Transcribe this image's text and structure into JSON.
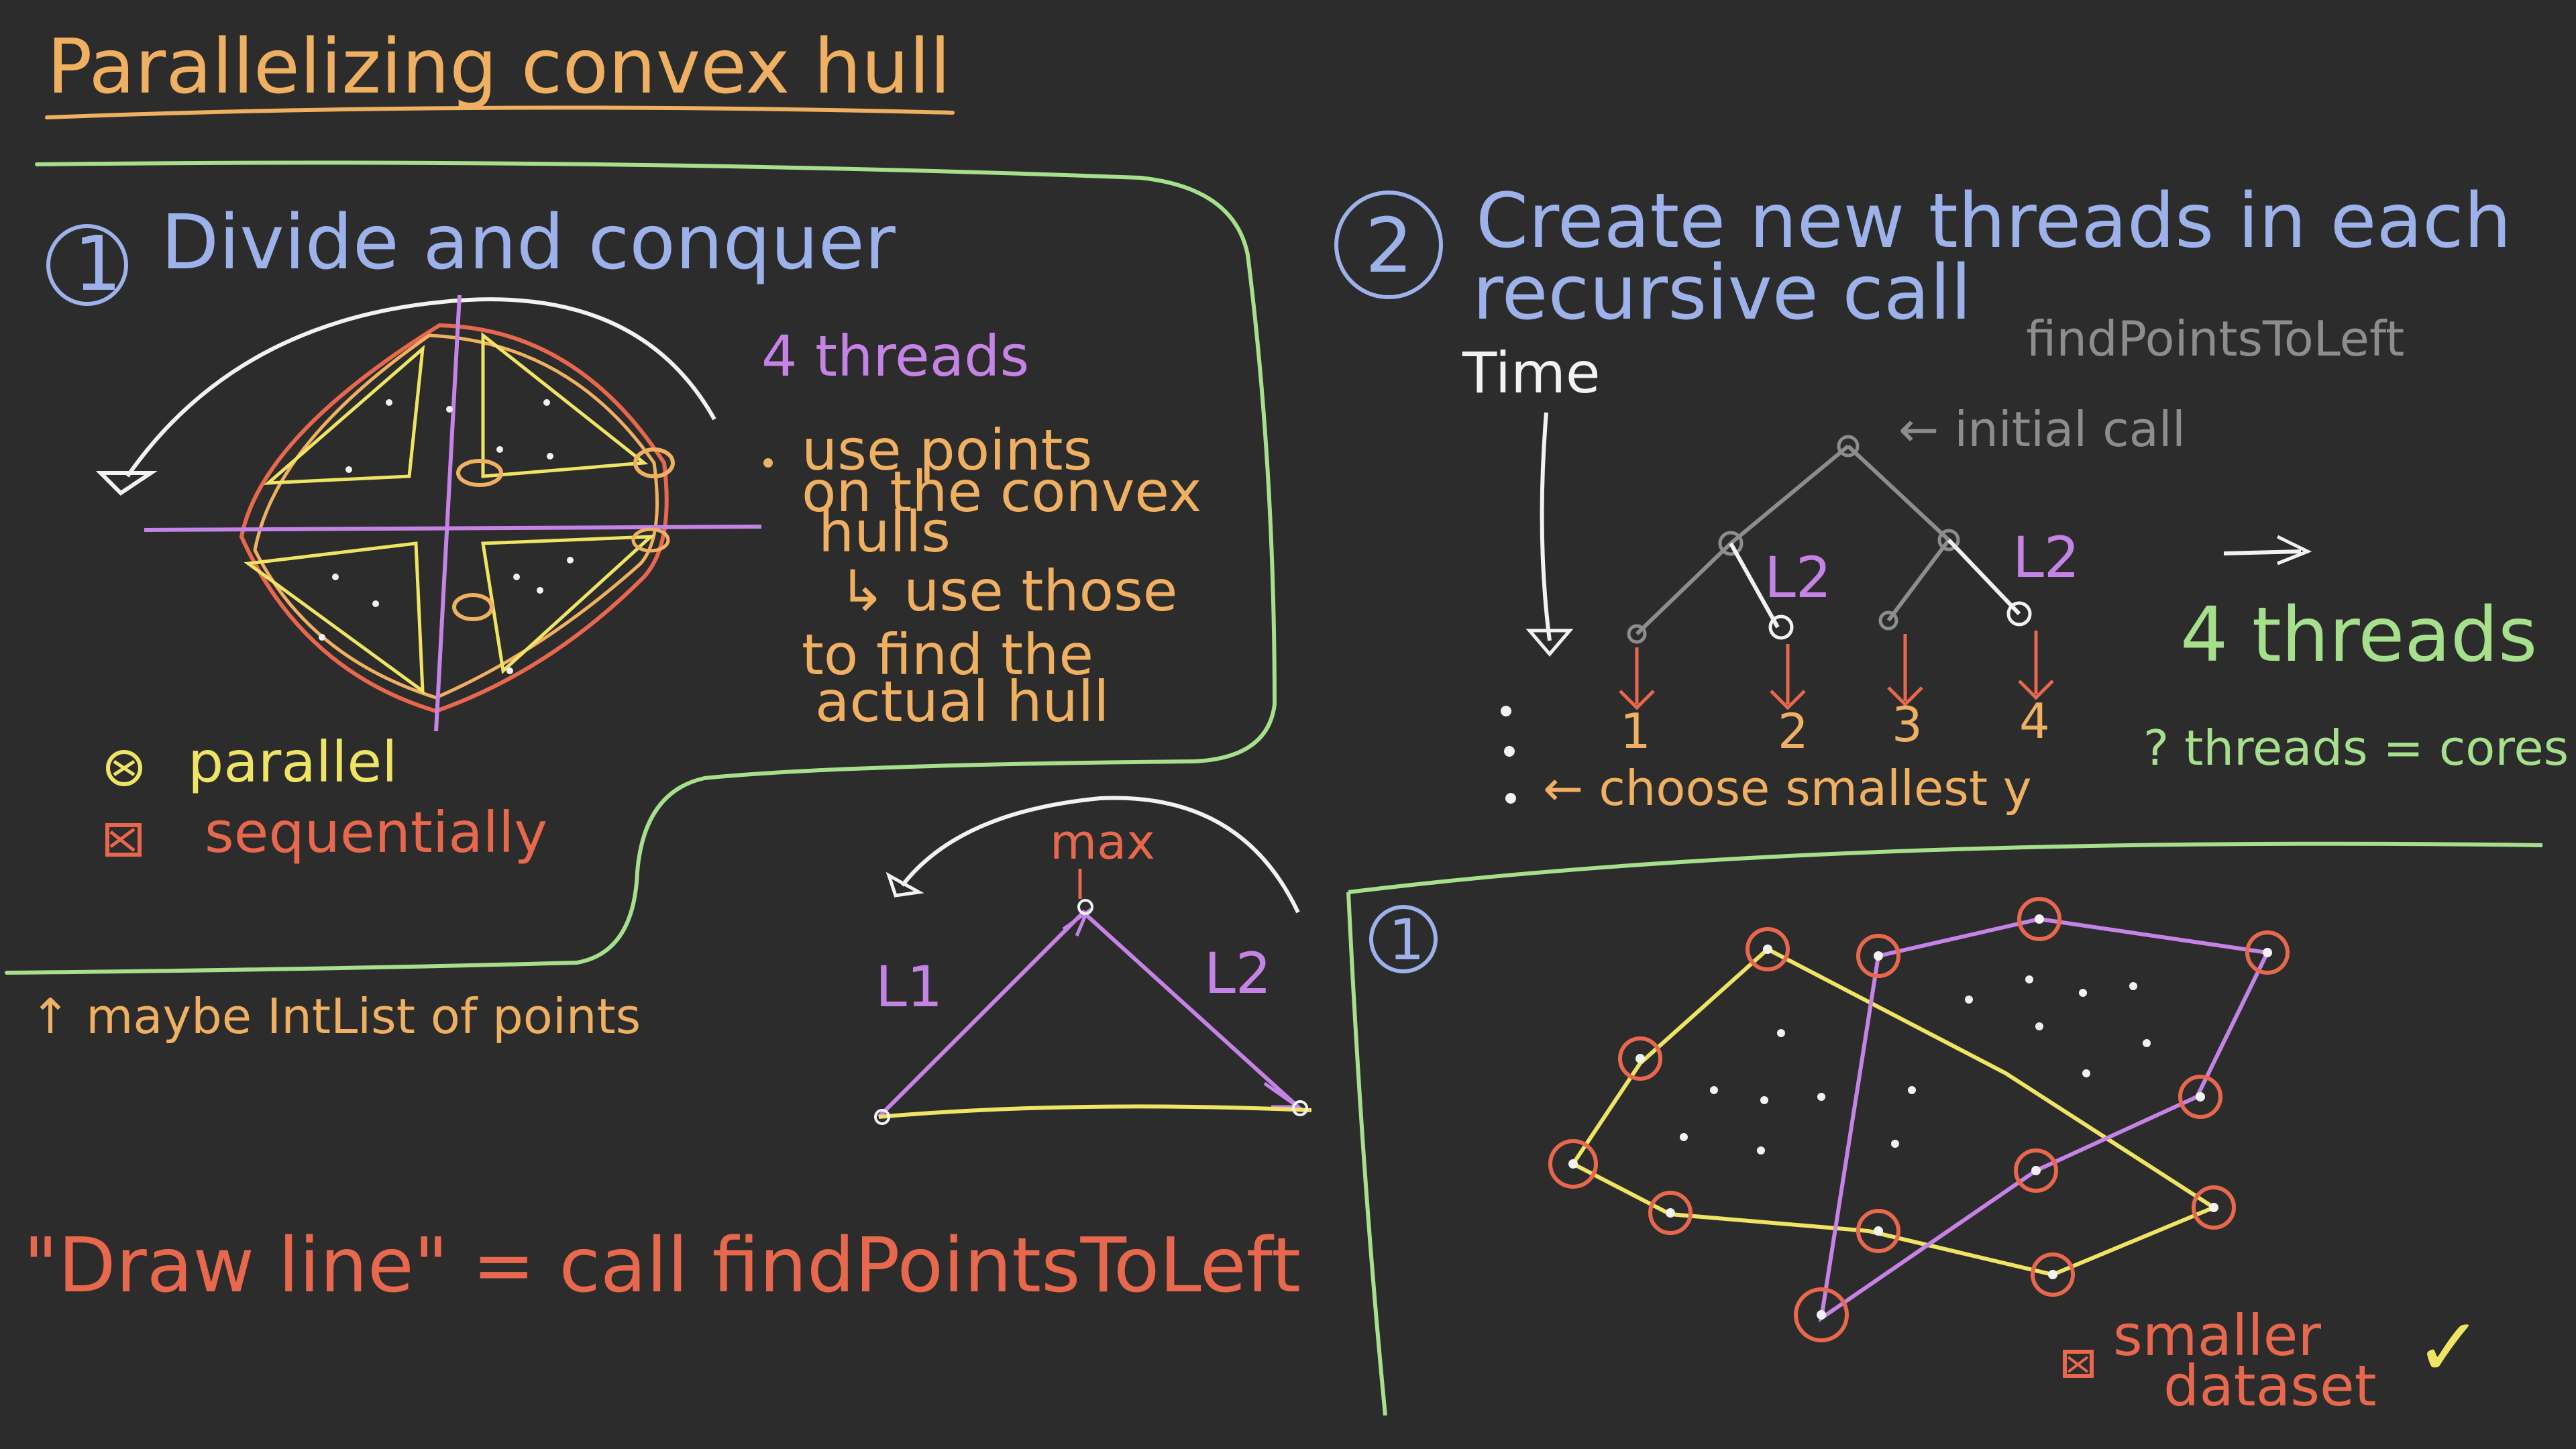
{
  "colors": {
    "background": "#2c2c2c",
    "orange": "#f0b062",
    "blue": "#9db2ea",
    "green": "#a6e08c",
    "purple": "#c583e6",
    "yellow": "#efe463",
    "red": "#e8684d",
    "white": "#f2f2f2",
    "gray": "#8d8d8d"
  },
  "title": "Parallelizing convex hull",
  "section1": {
    "number": "1",
    "heading": "Divide and conquer",
    "threads_note": "4 threads",
    "bullet": [
      "use points",
      "on the convex",
      "hulls"
    ],
    "sub_bullet": [
      "↳ use those",
      "to find the",
      "actual hull"
    ],
    "legend_parallel": "parallel",
    "legend_sequential": "sequentially",
    "note_below": "↑ maybe IntList of points",
    "triangle_max": "max",
    "triangle_l1": "L1",
    "triangle_l2": "L2",
    "draw_line_note": "\"Draw line\" = call findPointsToLeft"
  },
  "section2": {
    "number": "2",
    "heading_line1": "Create new threads in each",
    "heading_line2": "recursive call",
    "function_label": "findPointsToLeft",
    "time_label": "Time",
    "initial_call": "← initial call",
    "tree_l2_left": "L2",
    "tree_l2_right": "L2",
    "leaf_labels": [
      "1",
      "2",
      "3",
      "4"
    ],
    "choose_smallest": "← choose smallest y",
    "threads_result": "4 threads",
    "threads_cores": "? threads = cores"
  },
  "section3": {
    "number": "1",
    "note_line1": "smaller",
    "note_line2": "dataset",
    "checkmark": "✓"
  }
}
